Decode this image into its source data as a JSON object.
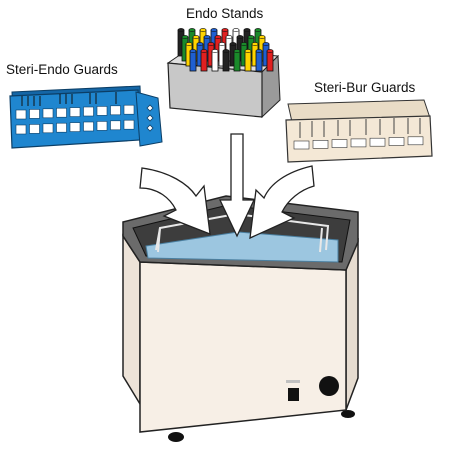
{
  "labels": {
    "endo_stands": "Endo Stands",
    "steri_endo_guards": "Steri-Endo Guards",
    "steri_bur_guards": "Steri-Bur Guards"
  },
  "colors": {
    "steri_endo_guard": "#1f86cf",
    "steri_bur_guard": "#f4e8d6",
    "endo_stand_body": "#c8c8c8",
    "cleaner_body": "#f7efe6",
    "cleaner_rim": "#6b6b6b",
    "solution": "#9cc6e0",
    "arrow_fill": "#ffffff",
    "outline": "#222222"
  },
  "stand_pin_colors": [
    "#222222",
    "#1a8a2a",
    "#ffd400",
    "#1f5fd0",
    "#e02020",
    "#ffffff"
  ]
}
